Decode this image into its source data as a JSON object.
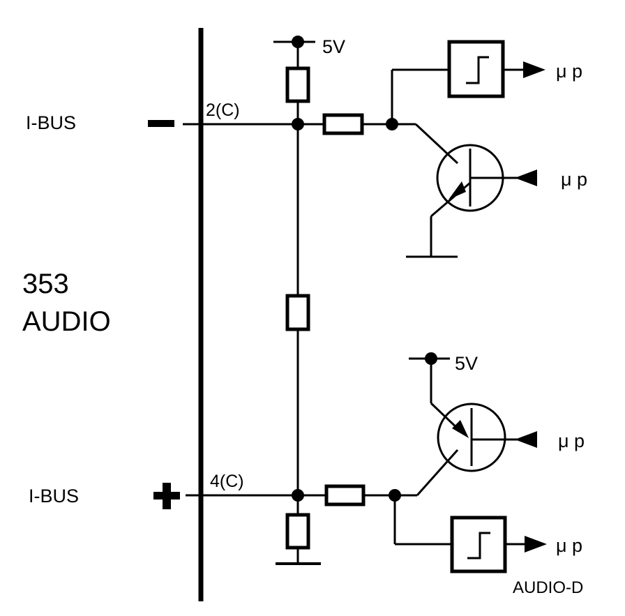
{
  "labels": {
    "ibus_top": "I-BUS",
    "ibus_bottom": "I-BUS",
    "pin_top": "2(C)",
    "pin_bottom": "4(C)",
    "module_number": "353",
    "module_name": "AUDIO",
    "vcc_top": "5V",
    "vcc_bottom": "5V",
    "mp_out_top": "μ p",
    "mp_in_top": "μ p",
    "mp_in_bottom": "μ p",
    "mp_out_bottom": "μ p",
    "footer": "AUDIO-D"
  }
}
